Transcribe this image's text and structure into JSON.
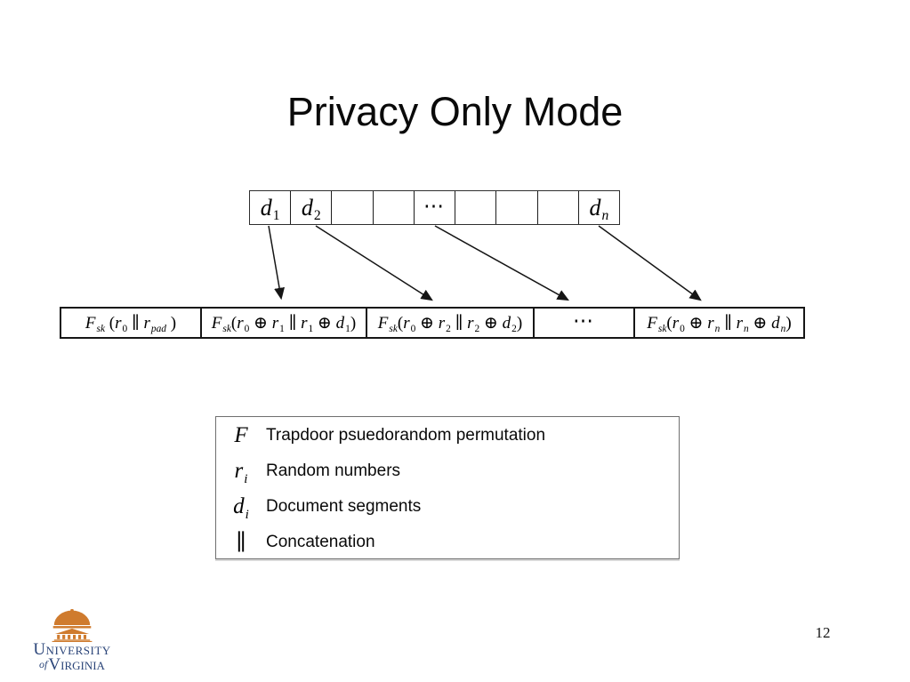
{
  "slide": {
    "title": "Privacy Only Mode",
    "page_number": "12",
    "background_color": "#ffffff"
  },
  "top_row": {
    "description": "document segments row",
    "cells": [
      {
        "parts": [
          [
            "d",
            "i"
          ],
          [
            "1",
            "s"
          ]
        ]
      },
      {
        "parts": [
          [
            "d",
            "i"
          ],
          [
            "2",
            "s"
          ]
        ]
      },
      {
        "parts": []
      },
      {
        "parts": []
      },
      {
        "parts": [
          [
            "⋯",
            "n"
          ]
        ]
      },
      {
        "parts": []
      },
      {
        "parts": []
      },
      {
        "parts": []
      },
      {
        "parts": [
          [
            "d",
            "i"
          ],
          [
            "n",
            "si"
          ]
        ]
      }
    ]
  },
  "bottom_row": {
    "description": "encrypted blocks row",
    "cells": [
      {
        "parts": [
          [
            "F",
            "i"
          ],
          [
            "sk",
            "si"
          ],
          [
            " (",
            "n"
          ],
          [
            "r",
            "i"
          ],
          [
            "0",
            "s"
          ],
          [
            " ∥ ",
            "n"
          ],
          [
            "r",
            "i"
          ],
          [
            "pad",
            "si"
          ],
          [
            " )",
            "n"
          ]
        ]
      },
      {
        "parts": [
          [
            "F",
            "i"
          ],
          [
            "sk",
            "si"
          ],
          [
            "(",
            "n"
          ],
          [
            "r",
            "i"
          ],
          [
            "0",
            "s"
          ],
          [
            " ⊕ ",
            "n"
          ],
          [
            "r",
            "i"
          ],
          [
            "1",
            "s"
          ],
          [
            " ∥ ",
            "n"
          ],
          [
            "r",
            "i"
          ],
          [
            "1",
            "s"
          ],
          [
            " ⊕ ",
            "n"
          ],
          [
            "d",
            "i"
          ],
          [
            "1",
            "s"
          ],
          [
            ")",
            "n"
          ]
        ]
      },
      {
        "parts": [
          [
            "F",
            "i"
          ],
          [
            "sk",
            "si"
          ],
          [
            "(",
            "n"
          ],
          [
            "r",
            "i"
          ],
          [
            "0",
            "s"
          ],
          [
            " ⊕ ",
            "n"
          ],
          [
            "r",
            "i"
          ],
          [
            "2",
            "s"
          ],
          [
            " ∥ ",
            "n"
          ],
          [
            "r",
            "i"
          ],
          [
            "2",
            "s"
          ],
          [
            " ⊕ ",
            "n"
          ],
          [
            "d",
            "i"
          ],
          [
            "2",
            "s"
          ],
          [
            ")",
            "n"
          ]
        ]
      },
      {
        "parts": [
          [
            "⋯",
            "n"
          ]
        ]
      },
      {
        "parts": [
          [
            "F",
            "i"
          ],
          [
            "sk",
            "si"
          ],
          [
            "(",
            "n"
          ],
          [
            "r",
            "i"
          ],
          [
            "0",
            "s"
          ],
          [
            " ⊕ ",
            "n"
          ],
          [
            "r",
            "i"
          ],
          [
            "n",
            "si"
          ],
          [
            " ∥ ",
            "n"
          ],
          [
            "r",
            "i"
          ],
          [
            "n",
            "si"
          ],
          [
            " ⊕ ",
            "n"
          ],
          [
            "d",
            "i"
          ],
          [
            "n",
            "si"
          ],
          [
            ")",
            "n"
          ]
        ]
      }
    ]
  },
  "arrows": [
    {
      "from": "segment-d1",
      "to": "block-2"
    },
    {
      "from": "segment-d2",
      "to": "block-3"
    },
    {
      "from": "segment-ellipsis",
      "to": "block-4"
    },
    {
      "from": "segment-dn",
      "to": "block-5"
    }
  ],
  "legend": {
    "rows": [
      {
        "symbol": [
          [
            "F",
            "i"
          ]
        ],
        "description": "Trapdoor psuedorandom permutation"
      },
      {
        "symbol": [
          [
            "r",
            "i"
          ],
          [
            "i",
            "si"
          ]
        ],
        "description": "Random numbers"
      },
      {
        "symbol": [
          [
            "d",
            "i"
          ],
          [
            "i",
            "si"
          ]
        ],
        "description": "Document segments"
      },
      {
        "symbol": [
          [
            "∥",
            "n"
          ]
        ],
        "description": "Concatenation"
      }
    ]
  },
  "logo": {
    "university": "University",
    "of": "of",
    "virginia": "Virginia",
    "colors": {
      "orange": "#cf7b2e",
      "navy": "#2b4579"
    }
  }
}
